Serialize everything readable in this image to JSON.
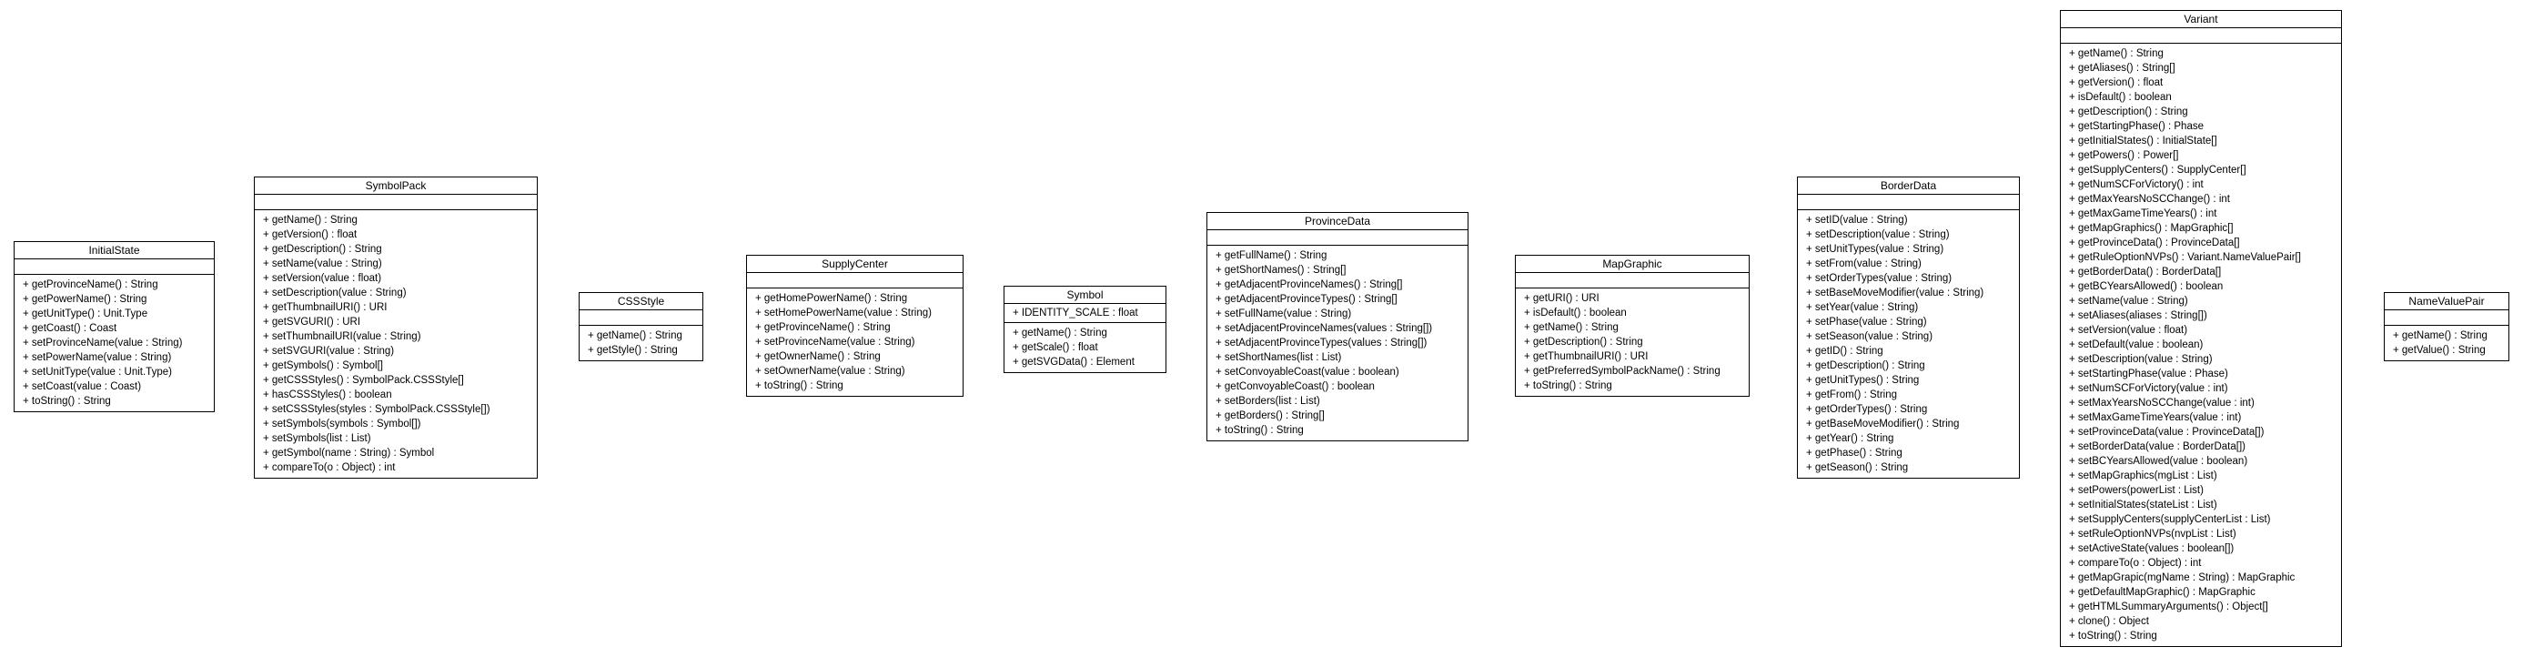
{
  "classes": [
    {
      "name": "InitialState",
      "attributes": [],
      "operations": [
        "+ getProvinceName() : String",
        "+ getPowerName() : String",
        "+ getUnitType() : Unit.Type",
        "+ getCoast() : Coast",
        "+ setProvinceName(value : String)",
        "+ setPowerName(value : String)",
        "+ setUnitType(value : Unit.Type)",
        "+ setCoast(value : Coast)",
        "+ toString() : String"
      ]
    },
    {
      "name": "SymbolPack",
      "attributes": [],
      "operations": [
        "+ getName() : String",
        "+ getVersion() : float",
        "+ getDescription() : String",
        "+ setName(value : String)",
        "+ setVersion(value : float)",
        "+ setDescription(value : String)",
        "+ getThumbnailURI() : URI",
        "+ getSVGURI() : URI",
        "+ setThumbnailURI(value : String)",
        "+ setSVGURI(value : String)",
        "+ getSymbols() : Symbol[]",
        "+ getCSSStyles() : SymbolPack.CSSStyle[]",
        "+ hasCSSStyles() : boolean",
        "+ setCSSStyles(styles : SymbolPack.CSSStyle[])",
        "+ setSymbols(symbols : Symbol[])",
        "+ setSymbols(list : List)",
        "+ getSymbol(name : String) : Symbol",
        "+ compareTo(o : Object) : int"
      ]
    },
    {
      "name": "CSSStyle",
      "attributes": [],
      "operations": [
        "+ getName() : String",
        "+ getStyle() : String"
      ]
    },
    {
      "name": "SupplyCenter",
      "attributes": [],
      "operations": [
        "+ getHomePowerName() : String",
        "+ setHomePowerName(value : String)",
        "+ getProvinceName() : String",
        "+ setProvinceName(value : String)",
        "+ getOwnerName() : String",
        "+ setOwnerName(value : String)",
        "+ toString() : String"
      ]
    },
    {
      "name": "Symbol",
      "attributes": [
        "+ IDENTITY_SCALE : float"
      ],
      "operations": [
        "+ getName() : String",
        "+ getScale() : float",
        "+ getSVGData() : Element"
      ]
    },
    {
      "name": "ProvinceData",
      "attributes": [],
      "operations": [
        "+ getFullName() : String",
        "+ getShortNames() : String[]",
        "+ getAdjacentProvinceNames() : String[]",
        "+ getAdjacentProvinceTypes() : String[]",
        "+ setFullName(value : String)",
        "+ setAdjacentProvinceNames(values : String[])",
        "+ setAdjacentProvinceTypes(values : String[])",
        "+ setShortNames(list : List)",
        "+ setConvoyableCoast(value : boolean)",
        "+ getConvoyableCoast() : boolean",
        "+ setBorders(list : List)",
        "+ getBorders() : String[]",
        "+ toString() : String"
      ]
    },
    {
      "name": "MapGraphic",
      "attributes": [],
      "operations": [
        "+ getURI() : URI",
        "+ isDefault() : boolean",
        "+ getName() : String",
        "+ getDescription() : String",
        "+ getThumbnailURI() : URI",
        "+ getPreferredSymbolPackName() : String",
        "+ toString() : String"
      ]
    },
    {
      "name": "BorderData",
      "attributes": [],
      "operations": [
        "+ setID(value : String)",
        "+ setDescription(value : String)",
        "+ setUnitTypes(value : String)",
        "+ setFrom(value : String)",
        "+ setOrderTypes(value : String)",
        "+ setBaseMoveModifier(value : String)",
        "+ setYear(value : String)",
        "+ setPhase(value : String)",
        "+ setSeason(value : String)",
        "+ getID() : String",
        "+ getDescription() : String",
        "+ getUnitTypes() : String",
        "+ getFrom() : String",
        "+ getOrderTypes() : String",
        "+ getBaseMoveModifier() : String",
        "+ getYear() : String",
        "+ getPhase() : String",
        "+ getSeason() : String"
      ]
    },
    {
      "name": "Variant",
      "attributes": [],
      "operations": [
        "+ getName() : String",
        "+ getAliases() : String[]",
        "+ getVersion() : float",
        "+ isDefault() : boolean",
        "+ getDescription() : String",
        "+ getStartingPhase() : Phase",
        "+ getInitialStates() : InitialState[]",
        "+ getPowers() : Power[]",
        "+ getSupplyCenters() : SupplyCenter[]",
        "+ getNumSCForVictory() : int",
        "+ getMaxYearsNoSCChange() : int",
        "+ getMaxGameTimeYears() : int",
        "+ getMapGraphics() : MapGraphic[]",
        "+ getProvinceData() : ProvinceData[]",
        "+ getRuleOptionNVPs() : Variant.NameValuePair[]",
        "+ getBorderData() : BorderData[]",
        "+ getBCYearsAllowed() : boolean",
        "+ setName(value : String)",
        "+ setAliases(aliases : String[])",
        "+ setVersion(value : float)",
        "+ setDefault(value : boolean)",
        "+ setDescription(value : String)",
        "+ setStartingPhase(value : Phase)",
        "+ setNumSCForVictory(value : int)",
        "+ setMaxYearsNoSCChange(value : int)",
        "+ setMaxGameTimeYears(value : int)",
        "+ setProvinceData(value : ProvinceData[])",
        "+ setBorderData(value : BorderData[])",
        "+ setBCYearsAllowed(value : boolean)",
        "+ setMapGraphics(mgList : List)",
        "+ setPowers(powerList : List)",
        "+ setInitialStates(stateList : List)",
        "+ setSupplyCenters(supplyCenterList : List)",
        "+ setRuleOptionNVPs(nvpList : List)",
        "+ setActiveState(values : boolean[])",
        "+ compareTo(o : Object) : int",
        "+ getMapGrapic(mgName : String) : MapGraphic",
        "+ getDefaultMapGraphic() : MapGraphic",
        "+ getHTMLSummaryArguments() : Object[]",
        "+ clone() : Object",
        "+ toString() : String"
      ]
    },
    {
      "name": "NameValuePair",
      "attributes": [],
      "operations": [
        "+ getName() : String",
        "+ getValue() : String"
      ]
    }
  ]
}
